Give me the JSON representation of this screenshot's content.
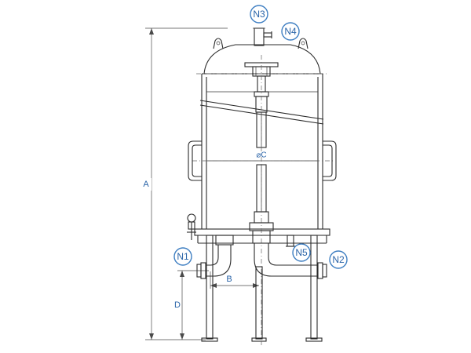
{
  "nozzles": {
    "n1": "N1",
    "n2": "N2",
    "n3": "N3",
    "n4": "N4",
    "n5": "N5"
  },
  "dimensions": {
    "a": "A",
    "b": "B",
    "d": "D"
  },
  "center_mark": "⌀C",
  "colors": {
    "callout": "#3f7fc2",
    "line": "#2b2b2b"
  }
}
